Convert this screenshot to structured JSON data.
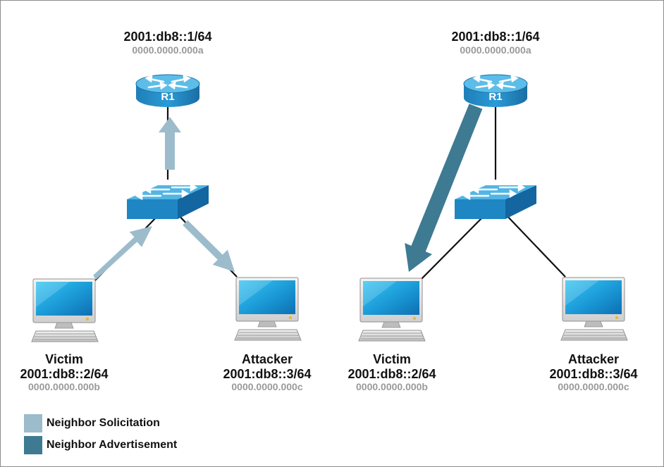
{
  "diagram_left": {
    "router": {
      "label": "R1",
      "ip": "2001:db8::1/64",
      "mac": "0000.0000.000a"
    },
    "victim": {
      "name": "Victim",
      "ip": "2001:db8::2/64",
      "mac": "0000.0000.000b"
    },
    "attacker": {
      "name": "Attacker",
      "ip": "2001:db8::3/64",
      "mac": "0000.0000.000c"
    }
  },
  "diagram_right": {
    "router": {
      "label": "R1",
      "ip": "2001:db8::1/64",
      "mac": "0000.0000.000a"
    },
    "victim": {
      "name": "Victim",
      "ip": "2001:db8::2/64",
      "mac": "0000.0000.000b"
    },
    "attacker": {
      "name": "Attacker",
      "ip": "2001:db8::3/64",
      "mac": "0000.0000.000c"
    }
  },
  "legend": [
    {
      "label": "Neighbor Solicitation",
      "color": "#9cbccb"
    },
    {
      "label": "Neighbor Advertisement",
      "color": "#3e7a92"
    }
  ],
  "colors": {
    "solicitation_arrow": "#9cbccb",
    "advertisement_arrow": "#3e7a92",
    "device_blue": "#1d8fc8",
    "link_line": "#111111"
  }
}
